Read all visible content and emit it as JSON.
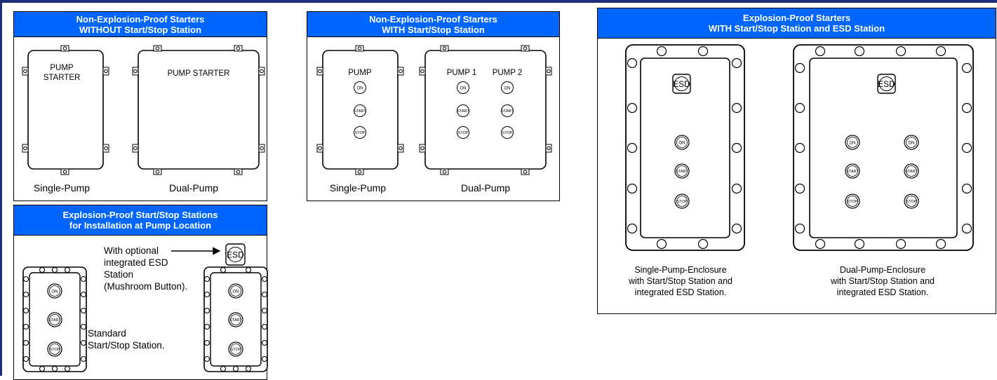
{
  "panels": {
    "p1": {
      "title": [
        "Non-Explosion-Proof Starters",
        "WITHOUT Start/Stop Station"
      ],
      "single_label": "PUMP STARTER",
      "dual_label": "PUMP STARTER",
      "caption_single": "Single-Pump",
      "caption_dual": "Dual-Pump"
    },
    "p2": {
      "title": [
        "Non-Explosion-Proof Starters",
        "WITH Start/Stop Station"
      ],
      "single_label": "PUMP",
      "dual_label_1": "PUMP 1",
      "dual_label_2": "PUMP 2",
      "caption_single": "Single-Pump",
      "caption_dual": "Dual-Pump"
    },
    "p3": {
      "title": [
        "Explosion-Proof Starters",
        "WITH Start/Stop Station and ESD Station"
      ],
      "caption_single": [
        "Single-Pump-Enclosure",
        "with Start/Stop Station and",
        "integrated ESD Station."
      ],
      "caption_dual": [
        "Dual-Pump-Enclosure",
        "with Start/Stop Station and",
        "integrated ESD Station."
      ]
    },
    "p4": {
      "title": [
        "Explosion-Proof Start/Stop Stations",
        "for Installation at Pump Location"
      ],
      "note_optional": [
        "With optional",
        "integrated ESD",
        "Station",
        "(Mushroom Button)."
      ],
      "note_standard": [
        "Standard",
        "Start/Stop Station."
      ]
    }
  },
  "buttons": {
    "on": "ON",
    "start": "START",
    "stop": "STOP",
    "esd": "ESD"
  },
  "colors": {
    "header_bg": "#0066ff",
    "header_text": "#ffffff",
    "frame_line": "#1f2e7a"
  }
}
